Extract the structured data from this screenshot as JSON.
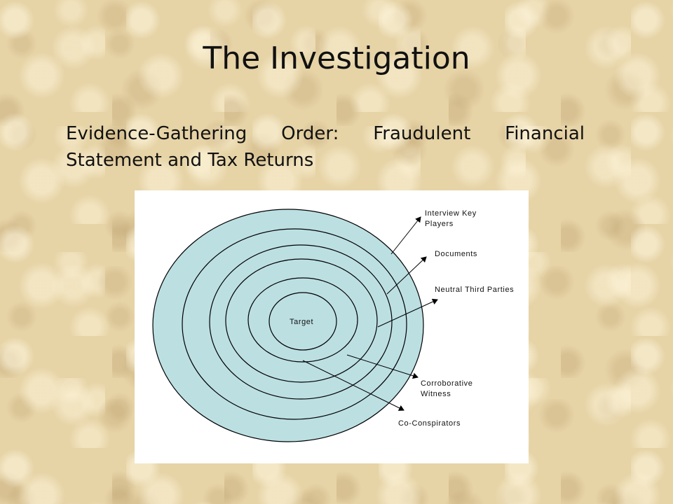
{
  "slide": {
    "title": "The Investigation",
    "subtitle_line1": "Evidence-Gathering Order:  Fraudulent Financial",
    "subtitle_line2": "Statement and Tax Returns"
  },
  "diagram": {
    "center_label": "Target",
    "labels": {
      "interview_line1": "Interview Key",
      "interview_line2": "Players",
      "documents": "Documents",
      "neutral": "Neutral Third Parties",
      "corroborative_line1": "Corroborative",
      "corroborative_line2": "Witness",
      "coconspirators": "Co-Conspirators"
    },
    "colors": {
      "ring_fill": "#bcdfe2",
      "stroke": "#000000",
      "panel": "#ffffff"
    }
  }
}
